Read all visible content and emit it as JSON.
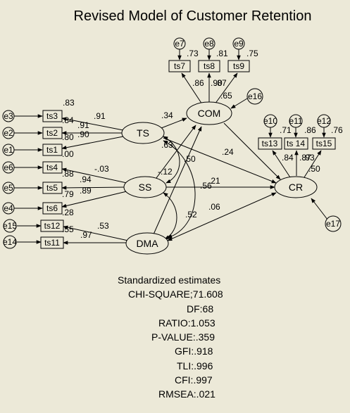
{
  "title": "Revised Model of Customer Retention",
  "latents": [
    {
      "id": "TS",
      "label": "TS"
    },
    {
      "id": "SS",
      "label": "SS"
    },
    {
      "id": "DMA",
      "label": "DMA"
    },
    {
      "id": "COM",
      "label": "COM"
    },
    {
      "id": "CR",
      "label": "CR"
    }
  ],
  "observed": [
    "ts3",
    "ts2",
    "ts1",
    "ts4",
    "ts5",
    "ts6",
    "ts12",
    "ts11",
    "ts7",
    "ts8",
    "ts9",
    "ts13",
    "ts 14",
    "ts15"
  ],
  "errors": [
    "e3",
    "e2",
    "e1",
    "e6",
    "e5",
    "e4",
    "e15",
    "e14",
    "e7",
    "e8",
    "e9",
    "e10",
    "e11",
    "e12",
    "e16",
    "e17"
  ],
  "estimates": {
    "ts3_r2": ".83",
    "ts3_load": ".91",
    "ts3_sq": ".84",
    "ts2_load": ".91",
    "ts2_r2": ".80",
    "ts1_load": ".90",
    "ts1_r2": ".00",
    "ts4_r2": ".88",
    "ss_ts4": "-.03",
    "ss_ts5": ".94",
    "ts5_r2": ".79",
    "ss_ts6": ".89",
    "ts6_r2": ".28",
    "ts12_r2": ".55",
    "dma_ts12": ".53",
    "dma_ts11": ".97",
    "ts7_r2": ".73",
    "ts8_r2": ".81",
    "ts9_r2": ".75",
    "com_ts7": ".86",
    "com_ts8": ".90",
    "com_ts8b": ".87",
    "com_ts9": ".65",
    "ts_com": ".34",
    "ts_ss": ".63",
    "ss_com": "-.12",
    "dma_com": ".50",
    "ts_cr": ".24",
    "ss_cr": ".21",
    "ss_cr2": ".56",
    "dma_ss": ".52",
    "dma_cr": ".06",
    "ts13_r2": ".71",
    "ts14_r2": ".86",
    "ts15_r2": ".76",
    "cr_ts13": ".84",
    "cr_ts14": ".87",
    "cr_ts14b": ".93",
    "cr_ts15": ".50"
  },
  "stats": {
    "heading": "Standardized estimates",
    "chi_square": "CHI-SQUARE;71.608",
    "df": "DF:68",
    "ratio": "RATIO:1.053",
    "p_value": "P-VALUE:.359",
    "gfi": "GFI:.918",
    "tli": "TLI:.996",
    "cfi": "CFI:.997",
    "rmsea": "RMSEA:.021"
  }
}
